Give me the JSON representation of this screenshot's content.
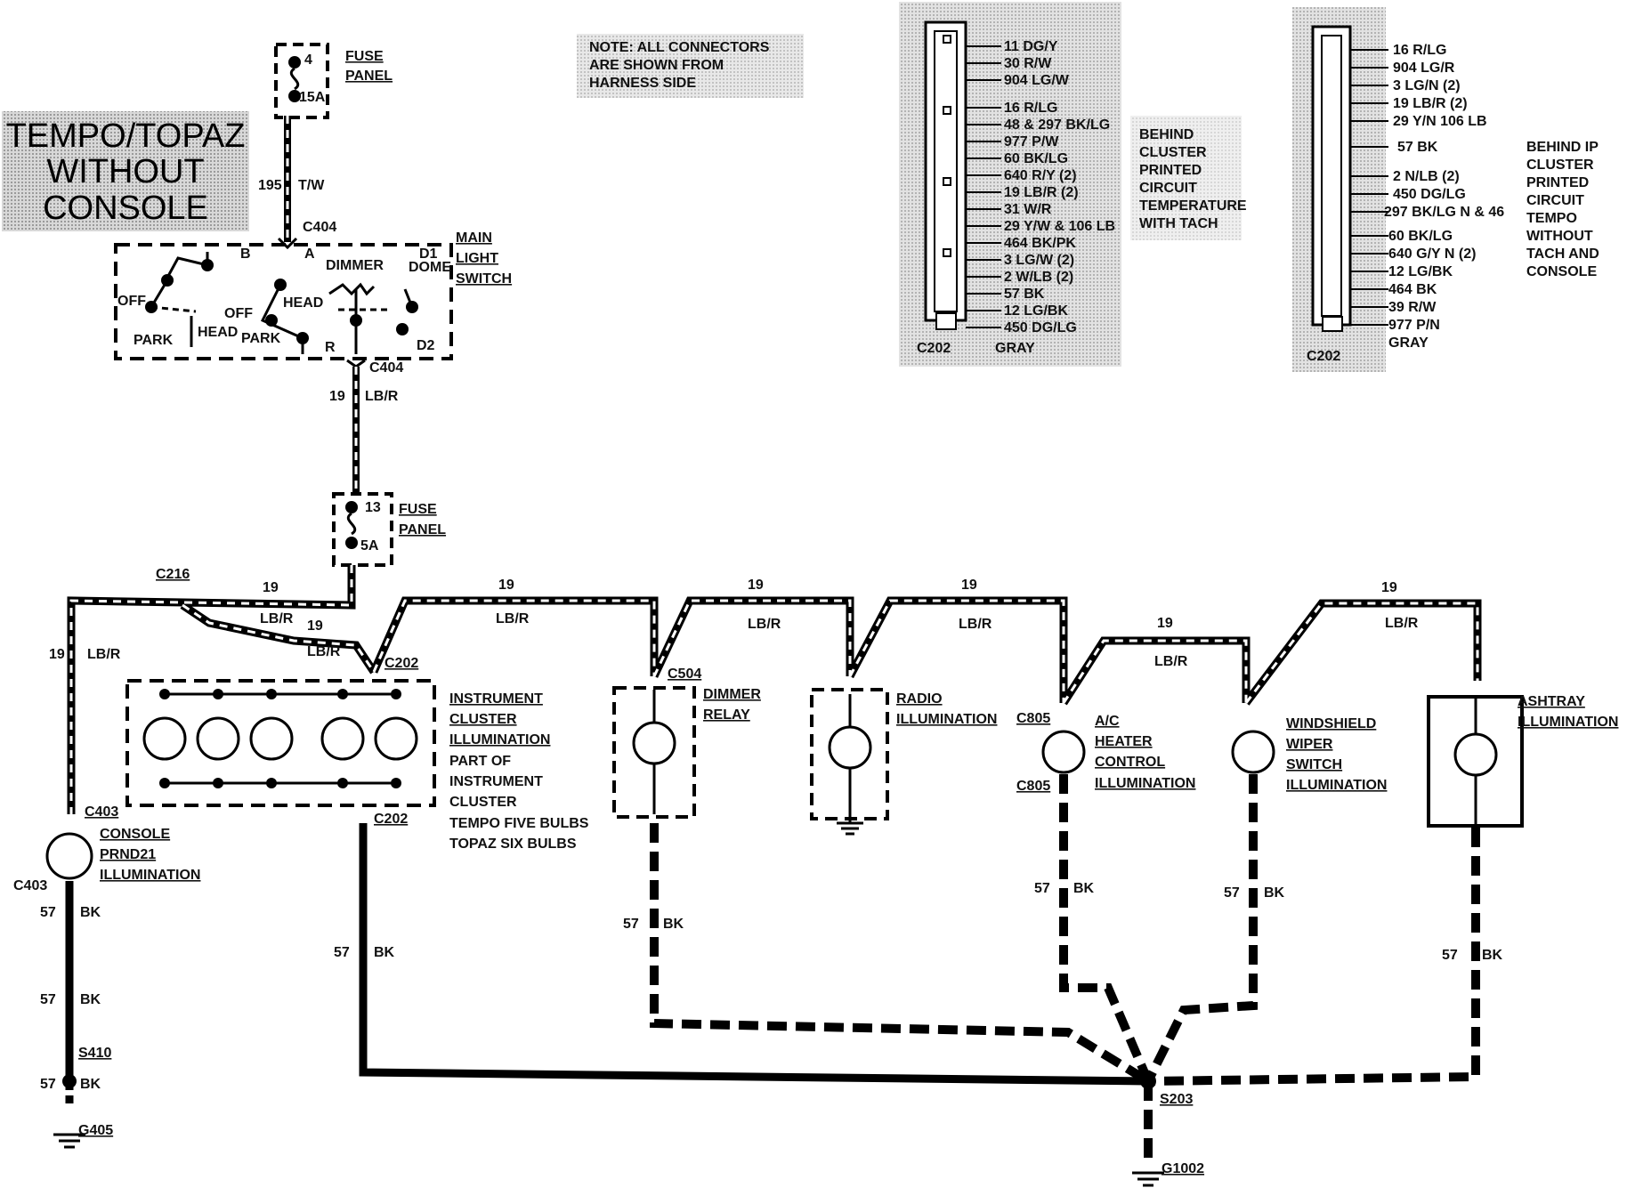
{
  "title_box": [
    "TEMPO/TOPAZ",
    "WITHOUT",
    "CONSOLE"
  ],
  "note": [
    "NOTE: ALL CONNECTORS",
    "ARE SHOWN FROM",
    "HARNESS SIDE"
  ],
  "fuse_top": {
    "num": "4",
    "amps": "15A",
    "label": [
      "FUSE",
      "PANEL"
    ]
  },
  "fuse_mid": {
    "num": "13",
    "amps": "5A",
    "label": [
      "FUSE",
      "PANEL"
    ]
  },
  "wire_195": {
    "num": "195",
    "color": "T/W"
  },
  "main_switch": {
    "label": [
      "MAIN",
      "LIGHT",
      "SWITCH"
    ],
    "terms": [
      "B",
      "A",
      "DIMMER",
      "D1",
      "DOME",
      "OFF",
      "OFF",
      "HEAD",
      "HEAD",
      "PARK",
      "PARK",
      "R",
      "I",
      "D2"
    ]
  },
  "connectors": {
    "c404": "C404",
    "c216": "C216",
    "c202": "C202",
    "c403": "C403",
    "c504": "C504",
    "c805": "C805",
    "s410": "S410",
    "g405": "G405",
    "s203": "S203",
    "g1002": "G1002"
  },
  "wire19": {
    "num": "19",
    "color": "LB/R"
  },
  "wire57": {
    "num": "57",
    "color": "BK"
  },
  "cluster": [
    "INSTRUMENT",
    "CLUSTER",
    "ILLUMINATION",
    "PART OF",
    "INSTRUMENT",
    "CLUSTER",
    "TEMPO FIVE BULBS",
    "TOPAZ SIX BULBS"
  ],
  "loads": {
    "dimmer": [
      "DIMMER",
      "RELAY"
    ],
    "radio": [
      "RADIO",
      "ILLUMINATION"
    ],
    "ac": [
      "A/C",
      "HEATER",
      "CONTROL",
      "ILLUMINATION"
    ],
    "wiper": [
      "WINDSHIELD",
      "WIPER",
      "SWITCH",
      "ILLUMINATION"
    ],
    "ashtray": [
      "ASHTRAY",
      "ILLUMINATION"
    ],
    "console": [
      "CONSOLE",
      "PRND21",
      "ILLUMINATION"
    ]
  },
  "c202_tach": {
    "pins": [
      "11 DG/Y",
      "30 R/W",
      "904 LG/W",
      "16 R/LG",
      "48 & 297 BK/LG",
      "977 P/W",
      "60 BK/LG",
      "640 R/Y (2)",
      "19 LB/R (2)",
      "31 W/R",
      "29 Y/W & 106 LB",
      "464 BK/PK",
      "3 LG/W (2)",
      "2 W/LB (2)",
      "57 BK",
      "12 LG/BK",
      "450 DG/LG"
    ],
    "gray": "GRAY",
    "name": "C202",
    "desc": [
      "BEHIND",
      "CLUSTER",
      "PRINTED",
      "CIRCUIT",
      "TEMPERATURE",
      "WITH TACH"
    ]
  },
  "c202_notach": {
    "pins": [
      "16 R/LG",
      "904 LG/R",
      "3 LG/N (2)",
      "19 LB/R (2)",
      "29 Y/N 106 LB",
      "57 BK",
      "2 N/LB (2)",
      "450 DG/LG",
      "297 BK/LG N & 46",
      "60 BK/LG",
      "640 G/Y N (2)",
      "12 LG/BK",
      "464 BK",
      "39 R/W",
      "977 P/N"
    ],
    "gray": "GRAY",
    "name": "C202",
    "desc": [
      "BEHIND IP",
      "CLUSTER",
      "PRINTED",
      "CIRCUIT",
      "TEMPO",
      "WITHOUT",
      "TACH AND",
      "CONSOLE"
    ]
  }
}
